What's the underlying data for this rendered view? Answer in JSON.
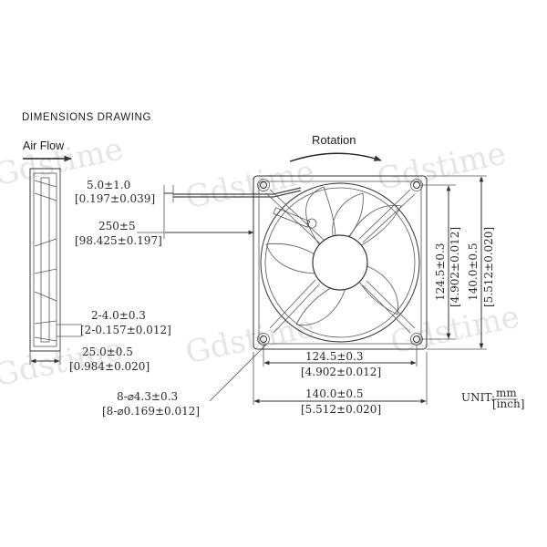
{
  "title": "DIMENSIONS DRAWING",
  "airflow_label": "Air Flow",
  "rotation_label": "Rotation",
  "watermark": "Gdstime",
  "side_view": {
    "dim_5": "5.0±1.0",
    "dim_5_in": "[0.197±0.039]",
    "dim_250": "250±5",
    "dim_250_in": "[98.425±0.197]",
    "dim_2_4": "2-4.0±0.3",
    "dim_2_4_in": "[2-0.157±0.012]",
    "dim_25": "25.0±0.5",
    "dim_25_in": "[0.984±0.020]",
    "dim_holes": "8-⌀4.3±0.3",
    "dim_holes_in": "[8-⌀0.169±0.012]"
  },
  "front_view": {
    "dim_124_h": "124.5±0.3",
    "dim_124_h_in": "[4.902±0.012]",
    "dim_140_h": "140.0±0.5",
    "dim_140_h_in": "[5.512±0.020]",
    "dim_124_v": "124.5±0.3",
    "dim_124_v_in": "[4.902±0.012]",
    "dim_140_v": "140.0±0.5",
    "dim_140_v_in": "[5.512±0.020]"
  },
  "unit": {
    "label": "UNIT:",
    "top": "mm",
    "bottom": "[inch]"
  }
}
